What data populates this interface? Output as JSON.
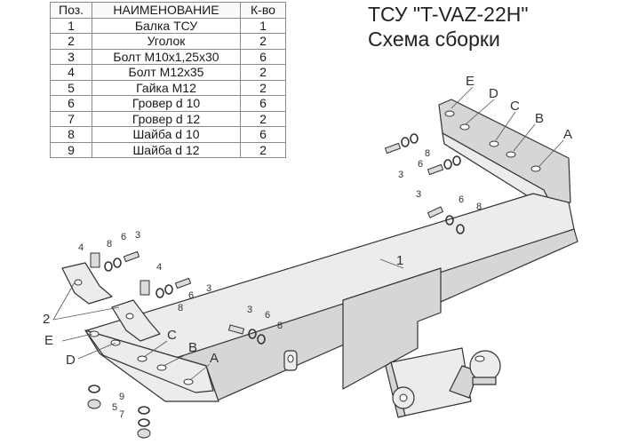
{
  "table": {
    "headers": [
      "Поз.",
      "НАИМЕНОВАНИЕ",
      "К-во"
    ],
    "rows": [
      {
        "pos": "1",
        "name": "Балка ТСУ",
        "qty": "1"
      },
      {
        "pos": "2",
        "name": "Уголок",
        "qty": "2"
      },
      {
        "pos": "3",
        "name": "Болт М10х1,25х30",
        "qty": "6"
      },
      {
        "pos": "4",
        "name": "Болт М12х35",
        "qty": "2"
      },
      {
        "pos": "5",
        "name": "Гайка М12",
        "qty": "2"
      },
      {
        "pos": "6",
        "name": "Гровер d 10",
        "qty": "6"
      },
      {
        "pos": "7",
        "name": "Гровер d 12",
        "qty": "2"
      },
      {
        "pos": "8",
        "name": "Шайба d 10",
        "qty": "6"
      },
      {
        "pos": "9",
        "name": "Шайба d 12",
        "qty": "2"
      }
    ]
  },
  "title": {
    "line1": "ТСУ \"T-VAZ-22H\"",
    "line2": "Схема сборки"
  },
  "labels": {
    "n1": "1",
    "n2": "2",
    "n3": "3",
    "n4": "4",
    "n5": "5",
    "n6": "6",
    "n7": "7",
    "n8": "8",
    "n9": "9",
    "A": "A",
    "B": "B",
    "C": "C",
    "D": "D",
    "E": "E"
  }
}
